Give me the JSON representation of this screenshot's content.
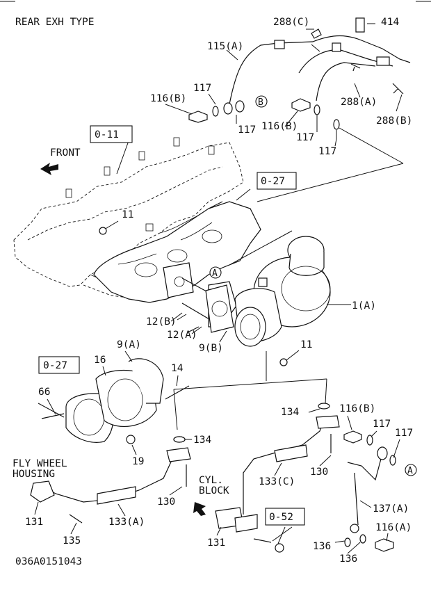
{
  "header": {
    "title": "REAR EXH TYPE"
  },
  "footer": {
    "figure_id": "036A0151043"
  },
  "orientation": {
    "front_label": "FRONT"
  },
  "notes": {
    "flywheel_line1": "FLY WHEEL",
    "flywheel_line2": "HOUSING",
    "cyl_line1": "CYL.",
    "cyl_line2": "BLOCK"
  },
  "ref_boxes": {
    "manifold_top": "0-11",
    "manifold_exh": "0-27",
    "gasket_left": "0-27",
    "block_bottom": "0-52"
  },
  "callouts": {
    "a_lower": "A",
    "a_turbo": "A",
    "b_top": "B"
  },
  "part_labels": {
    "p288c": "288(C)",
    "p414": "414",
    "p115a": "115(A)",
    "p117_a": "117",
    "p116b_a": "116(B)",
    "p117_b": "117",
    "p116b_b": "116(B)",
    "p288a": "288(A)",
    "p288b": "288(B)",
    "p117_c": "117",
    "p117_d": "117",
    "p11_a": "11",
    "p1a": "1(A)",
    "p12b": "12(B)",
    "p12a": "12(A)",
    "p9b": "9(B)",
    "p11_b": "11",
    "p9a": "9(A)",
    "p16": "16",
    "p14": "14",
    "p66": "66",
    "p19": "19",
    "p134_a": "134",
    "p134_b": "134",
    "p116b_c": "116(B)",
    "p117_e": "117",
    "p117_f": "117",
    "p130_a": "130",
    "p130_b": "130",
    "p133c": "133(C)",
    "p131_a": "131",
    "p135": "135",
    "p133a": "133(A)",
    "p131_b": "131",
    "p137a": "137(A)",
    "p136_a": "136",
    "p116a": "116(A)",
    "p136_b": "136"
  }
}
